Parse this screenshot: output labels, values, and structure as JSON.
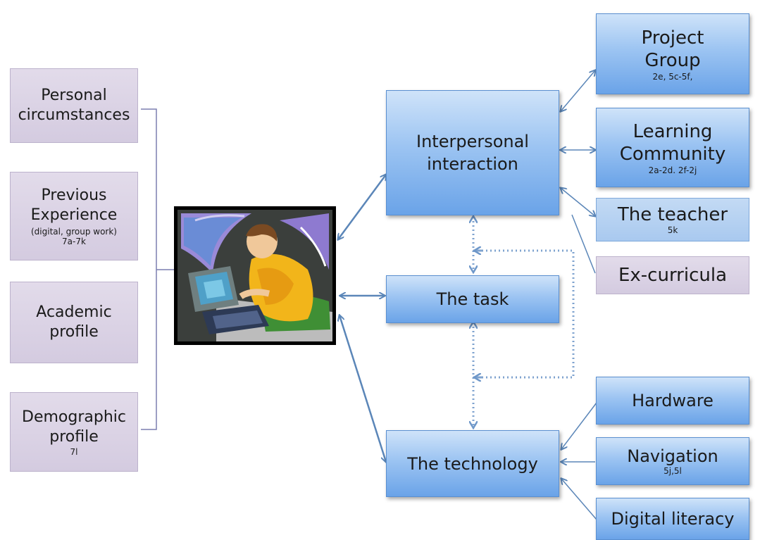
{
  "left": {
    "personal": {
      "label": "Personal circumstances"
    },
    "previous": {
      "label": "Previous Experience",
      "detail": "(digital, group work)",
      "code": "7a-7k"
    },
    "academic": {
      "label": "Academic profile"
    },
    "demographic": {
      "label": "Demographic profile",
      "code": "7l"
    }
  },
  "center": {
    "interpersonal": {
      "label": "Interpersonal interaction"
    },
    "task": {
      "label": "The task"
    },
    "technology": {
      "label": "The technology"
    }
  },
  "right": {
    "project_group": {
      "label": "Project Group",
      "code": "2e, 5c-5f,"
    },
    "learning_community": {
      "label": "Learning Community",
      "code": "2a-2d. 2f-2j"
    },
    "teacher": {
      "label": "The teacher",
      "code": "5k"
    },
    "ex_curricula": {
      "label": "Ex-curricula"
    },
    "hardware": {
      "label": "Hardware"
    },
    "navigation": {
      "label": "Navigation",
      "code": "5j,5l"
    },
    "digital_literacy": {
      "label": "Digital literacy"
    }
  },
  "colors": {
    "arrow": "#5b86b8",
    "dotted": "#7fa3cf",
    "bracket": "#7c7fb0",
    "box_blue": "#7db0ec",
    "box_lilac": "#dcd4e6"
  },
  "central_image": {
    "icon": "person-at-computer-clipart"
  }
}
